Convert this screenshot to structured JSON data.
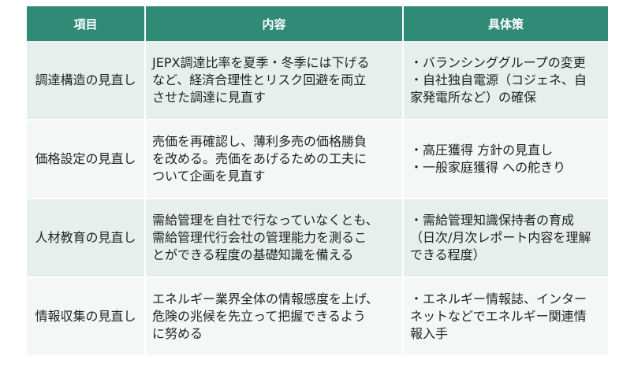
{
  "headers": [
    "項目",
    "内容",
    "具体策"
  ],
  "rows": [
    {
      "item": "調達構造の見直し",
      "content": [
        "JEPX調達比率を夏季・冬季には下げる",
        "など、経済合理性とリスク回避を両立",
        "させた調達に見直す"
      ],
      "measures": [
        "・バランシンググループの変更",
        "・自社独自電源（コジェネ、自",
        "家発電所など）の確保"
      ]
    },
    {
      "item": "価格設定の見直し",
      "content": [
        "売価を再確認し、薄利多売の価格勝負",
        "を改める。売価をあげるための工夫に",
        "ついて企画を見直す"
      ],
      "measures": [
        "・高圧獲得 方針の見直し",
        "・一般家庭獲得 への舵きり"
      ]
    },
    {
      "item": "人材教育の見直し",
      "content": [
        "需給管理を自社で行なっていなくとも、",
        "需給管理代行会社の管理能力を測るこ",
        "とができる程度の基礎知識を備える"
      ],
      "measures": [
        "・需給管理知識保持者の育成",
        "（日次/月次レポート内容を理解",
        "できる程度）"
      ]
    },
    {
      "item": "情報収集の見直し",
      "content": [
        "エネルギー業界全体の情報感度を上げ、",
        "危険の兆候を先立って把握できるよう",
        "に努める"
      ],
      "measures": [
        "・エネルギー情報誌、インター",
        "ネットなどでエネルギー関連情",
        "報入手"
      ]
    }
  ]
}
